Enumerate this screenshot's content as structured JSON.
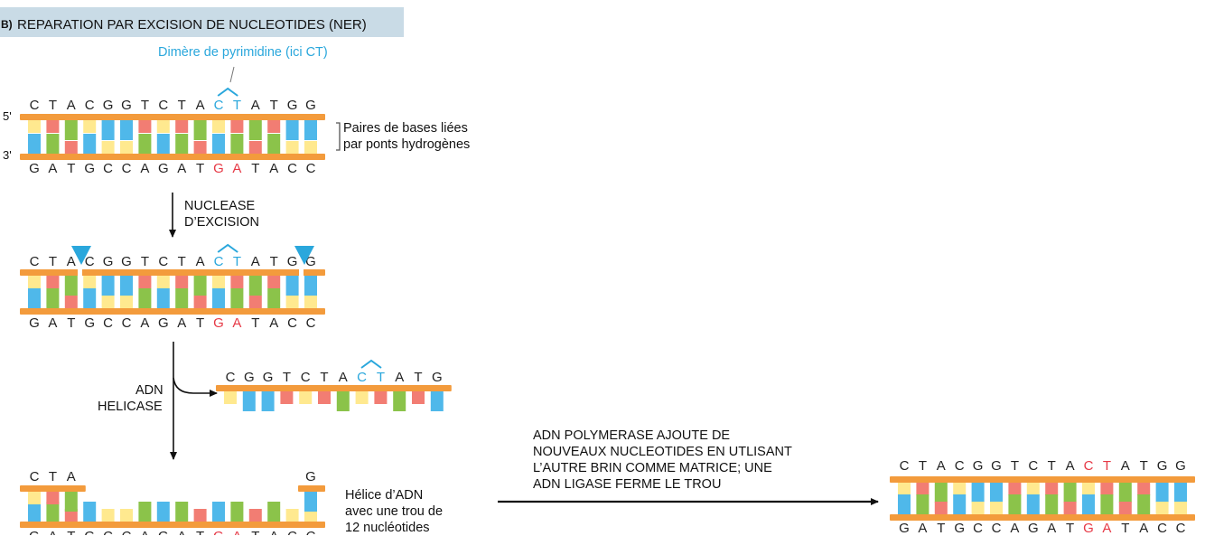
{
  "header": {
    "section": "B)",
    "title": "REPARATION PAR EXCISION DE NUCLEOTIDES (NER)"
  },
  "labels": {
    "dimer": "Dimère de pyrimidine (ici CT)",
    "five_prime": "5'",
    "three_prime": "3'",
    "pairs_line1": "Paires de bases liées",
    "pairs_line2": "par ponts hydrogènes",
    "nuclease_line1": "NUCLEASE",
    "nuclease_line2": "D’EXCISION",
    "helicase_line1": "ADN",
    "helicase_line2": "HELICASE",
    "gap_line1": "Hélice d’ADN",
    "gap_line2": "avec une trou de",
    "gap_line3": "12 nucléotides",
    "poly_line1": "ADN POLYMERASE AJOUTE DE",
    "poly_line2": "NOUVEAUX NUCLEOTIDES EN UTLISANT",
    "poly_line3": "L’AUTRE BRIN COMME MATRICE; UNE",
    "poly_line4": "ADN LIGASE FERME LE TROU"
  },
  "sequences": {
    "top": [
      "C",
      "T",
      "A",
      "C",
      "G",
      "G",
      "T",
      "C",
      "T",
      "A",
      "C",
      "T",
      "A",
      "T",
      "G",
      "G"
    ],
    "bottom": [
      "G",
      "A",
      "T",
      "G",
      "C",
      "C",
      "A",
      "G",
      "A",
      "T",
      "G",
      "A",
      "T",
      "A",
      "C",
      "C"
    ],
    "excised": [
      "C",
      "G",
      "G",
      "T",
      "C",
      "T",
      "A",
      "C",
      "T",
      "A",
      "T",
      "G"
    ],
    "gap_top_left": [
      "C",
      "T",
      "A"
    ],
    "gap_top_right": [
      "G"
    ]
  },
  "highlight": {
    "dimer_indices": [
      10,
      11
    ],
    "partner_indices": [
      10,
      11
    ]
  },
  "colors": {
    "backbone": "#f39b3c",
    "base_A": "#8bc34a",
    "base_T": "#f27d73",
    "base_C": "#ffe98f",
    "base_G": "#4fb8ea",
    "dimer": "#2aa7dc",
    "partner": "#e63946",
    "new_dimer_text": "#e63946",
    "text": "#222222"
  }
}
